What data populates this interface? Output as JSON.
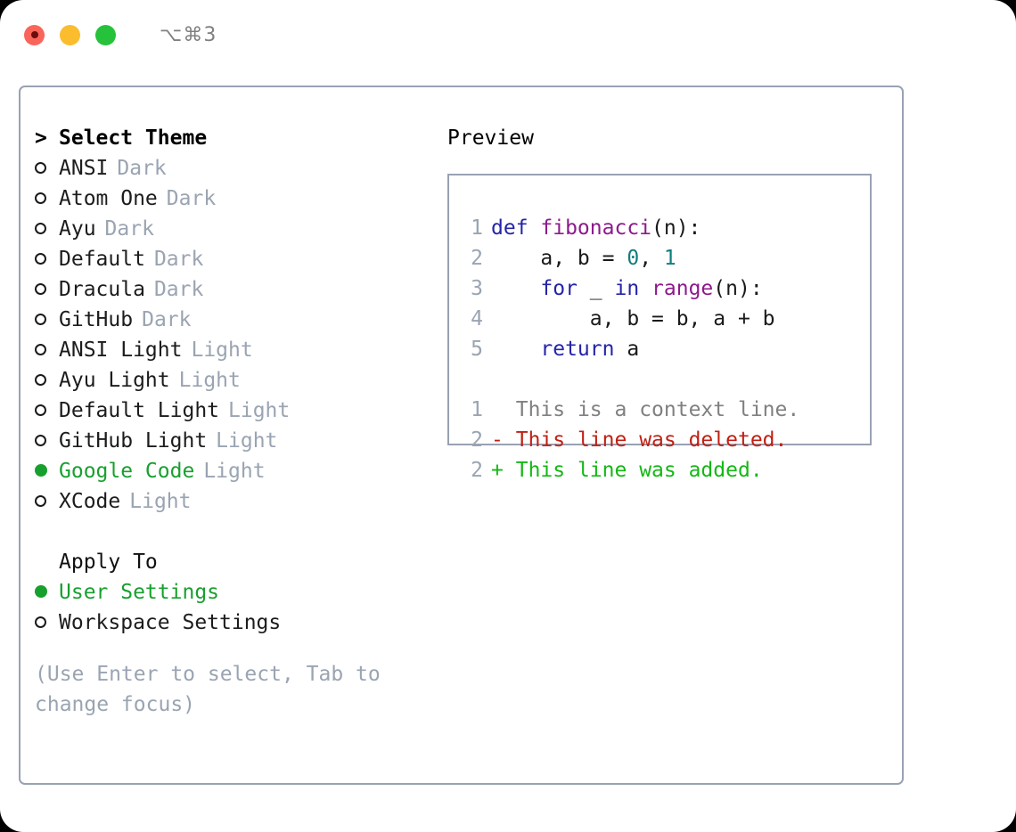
{
  "window": {
    "shortcut_title": "⌥⌘3",
    "traffic_lights": [
      "close-red",
      "minimize-yellow",
      "zoom-green"
    ]
  },
  "theme_picker": {
    "header_marker": ">",
    "header_label": "Select Theme",
    "items": [
      {
        "marker": "o",
        "name": "ANSI",
        "category": "Dark",
        "selected": false
      },
      {
        "marker": "o",
        "name": "Atom One",
        "category": "Dark",
        "selected": false
      },
      {
        "marker": "o",
        "name": "Ayu",
        "category": "Dark",
        "selected": false
      },
      {
        "marker": "o",
        "name": "Default",
        "category": "Dark",
        "selected": false
      },
      {
        "marker": "o",
        "name": "Dracula",
        "category": "Dark",
        "selected": false
      },
      {
        "marker": "o",
        "name": "GitHub",
        "category": "Dark",
        "selected": false
      },
      {
        "marker": "o",
        "name": "ANSI Light",
        "category": "Light",
        "selected": false
      },
      {
        "marker": "o",
        "name": "Ayu Light",
        "category": "Light",
        "selected": false
      },
      {
        "marker": "o",
        "name": "Default Light",
        "category": "Light",
        "selected": false
      },
      {
        "marker": "o",
        "name": "GitHub Light",
        "category": "Light",
        "selected": false
      },
      {
        "marker": "●",
        "name": "Google Code",
        "category": "Light",
        "selected": true
      },
      {
        "marker": "o",
        "name": "XCode",
        "category": "Light",
        "selected": false
      }
    ]
  },
  "apply_to": {
    "header_label": "Apply To",
    "options": [
      {
        "marker": "●",
        "label": "User Settings",
        "selected": true
      },
      {
        "marker": "o",
        "label": "Workspace Settings",
        "selected": false
      }
    ]
  },
  "hint": "(Use Enter to select, Tab to change focus)",
  "preview": {
    "title": "Preview",
    "code_lines": [
      {
        "no": "1",
        "tokens": [
          {
            "t": "def ",
            "k": "kw"
          },
          {
            "t": "fibonacci",
            "k": "fn"
          },
          {
            "t": "(n):",
            "k": "plain"
          }
        ]
      },
      {
        "no": "2",
        "tokens": [
          {
            "t": "    a, b = ",
            "k": "plain"
          },
          {
            "t": "0",
            "k": "num"
          },
          {
            "t": ", ",
            "k": "plain"
          },
          {
            "t": "1",
            "k": "num"
          }
        ]
      },
      {
        "no": "3",
        "tokens": [
          {
            "t": "    ",
            "k": "plain"
          },
          {
            "t": "for",
            "k": "kw"
          },
          {
            "t": " _ ",
            "k": "plain"
          },
          {
            "t": "in",
            "k": "kw"
          },
          {
            "t": " ",
            "k": "plain"
          },
          {
            "t": "range",
            "k": "fn"
          },
          {
            "t": "(n):",
            "k": "plain"
          }
        ]
      },
      {
        "no": "4",
        "tokens": [
          {
            "t": "        a, b = b, a + b",
            "k": "plain"
          }
        ]
      },
      {
        "no": "5",
        "tokens": [
          {
            "t": "    ",
            "k": "plain"
          },
          {
            "t": "return",
            "k": "kw"
          },
          {
            "t": " a",
            "k": "plain"
          }
        ]
      }
    ],
    "diff_lines": [
      {
        "no": "1",
        "sign": " ",
        "text": "This is a context line.",
        "kind": "ctx"
      },
      {
        "no": "2",
        "sign": "-",
        "text": "This line was deleted.",
        "kind": "del"
      },
      {
        "no": "2",
        "sign": "+",
        "text": "This line was added.",
        "kind": "add"
      }
    ]
  },
  "colors": {
    "selected_green": "#18a02f",
    "muted_gray": "#9aa4b2",
    "border_gray": "#98a2b3",
    "keyword_blue": "#2424a8",
    "function_purple": "#8d1a8d",
    "number_teal": "#117d7d",
    "diff_delete_red": "#c21f13",
    "diff_add_green": "#14b814",
    "traffic_red": "#f9655b",
    "traffic_yellow": "#fbbd2e",
    "traffic_green": "#26c23b"
  }
}
